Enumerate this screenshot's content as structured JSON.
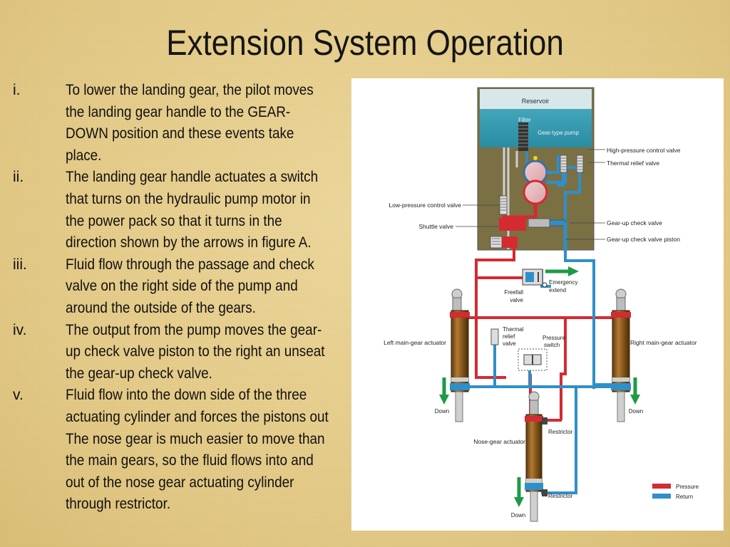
{
  "slide": {
    "title": "Extension System Operation",
    "steps": [
      {
        "numeral": "i.",
        "lines": [
          "To lower the landing gear, the pilot moves",
          "the landing gear handle to the GEAR-",
          "DOWN position and these events take",
          "place."
        ]
      },
      {
        "numeral": "ii.",
        "lines": [
          "The landing gear handle actuates a switch",
          "that turns on the hydraulic pump motor in",
          "the power pack so that it turns in the",
          "direction shown by the arrows in figure A."
        ]
      },
      {
        "numeral": "iii.",
        "lines": [
          "Fluid flow through the passage and check",
          "valve on the right side of the pump and",
          "around the outside of the gears."
        ]
      },
      {
        "numeral": "iv.",
        "lines": [
          "The output from the pump moves the gear-",
          "up check valve piston to the right an unseat",
          "the gear-up check valve."
        ]
      },
      {
        "numeral": "v.",
        "lines": [
          "Fluid flow into the down side of the three",
          "actuating cylinder and forces the pistons out",
          "The nose gear is much easier to move than",
          "the main gears, so the fluid flows into and",
          "out of the nose gear actuating cylinder",
          "through restrictor."
        ]
      }
    ]
  },
  "diagram": {
    "labels": {
      "reservoir": "Reservoir",
      "filter": "Filter",
      "pump": "Gear-type pump",
      "high_pressure_valve": "High-pressure control valve",
      "thermal_relief_valve_top": "Thermal relief valve",
      "low_pressure_valve": "Low-pressure control valve",
      "shuttle_valve": "Shuttle valve",
      "gear_up_check_valve": "Gear-up check valve",
      "gear_up_check_valve_piston": "Gear-up check valve piston",
      "emergency_1": "Emergency",
      "emergency_2": "extend",
      "freefall_1": "Freefall",
      "freefall_2": "valve",
      "thermal_1": "Thermal",
      "thermal_2": "relief",
      "thermal_3": "valve",
      "pressure_switch_1": "Pressure",
      "pressure_switch_2": "switch",
      "left_actuator": "Left main-gear actuator",
      "right_actuator": "Right main-gear actuator",
      "nose_actuator": "Nose-gear actuator",
      "restrictor_top": "Restrictor",
      "restrictor_bottom": "Restrictor",
      "down_left": "Down",
      "down_right": "Down",
      "down_nose": "Down"
    },
    "legend": [
      {
        "label": "Pressure",
        "color": "#d42a32"
      },
      {
        "label": "Return",
        "color": "#2f8fc9"
      }
    ],
    "colors": {
      "pressure": "#d42a32",
      "return": "#2f8fc9",
      "power_pack": "#7a7044",
      "reservoir": "#2f97ad",
      "actuator": "#8a5a1c",
      "arrow": "#1e9a47"
    }
  }
}
